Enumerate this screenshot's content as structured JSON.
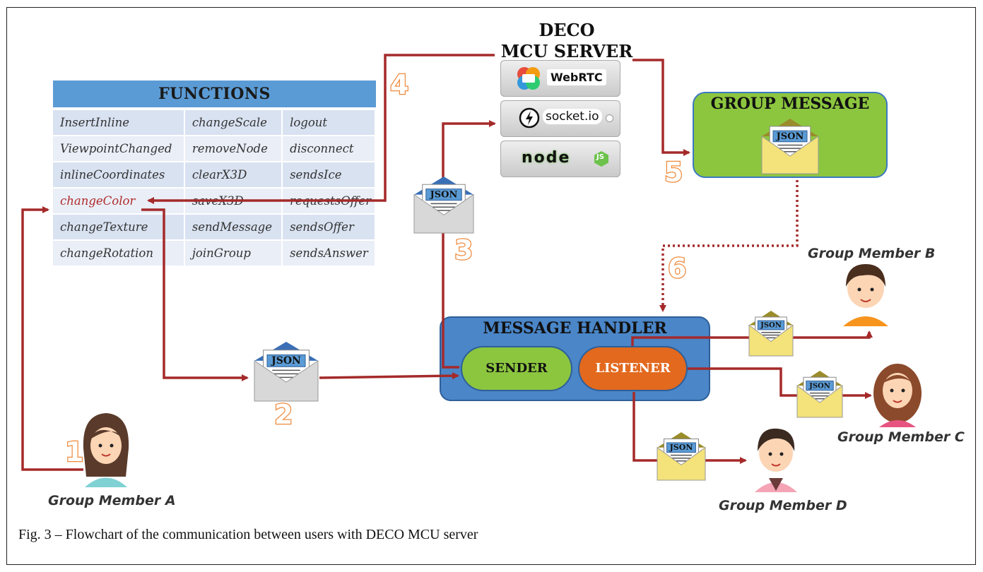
{
  "functions": {
    "title": "FUNCTIONS",
    "rows": [
      [
        "InsertInline",
        "changeScale",
        "logout"
      ],
      [
        "ViewpointChanged",
        "removeNode",
        "disconnect"
      ],
      [
        "inlineCoordinates",
        "clearX3D",
        "sendsIce"
      ],
      [
        "changeColor",
        "saveX3D",
        "requestsOffer"
      ],
      [
        "changeTexture",
        "sendMessage",
        "sendsOffer"
      ],
      [
        "changeRotation",
        "joinGroup",
        "sendsAnswer"
      ]
    ]
  },
  "server": {
    "title_line1": "DECO",
    "title_line2": "MCU SERVER",
    "webrtc": "WebRTC",
    "socketio": "socket.io",
    "node": "node",
    "node_js": "JS"
  },
  "group_message": {
    "title": "GROUP MESSAGE"
  },
  "message_handler": {
    "title": "MESSAGE HANDLER",
    "sender": "SENDER",
    "listener": "LISTENER"
  },
  "envelope_label": "JSON",
  "steps": [
    "1",
    "2",
    "3",
    "4",
    "5",
    "6"
  ],
  "members": {
    "a": "Group Member A",
    "b": "Group Member B",
    "c": "Group Member C",
    "d": "Group Member D"
  },
  "caption": "Fig. 3 – Flowchart of the communication between users with DECO MCU server",
  "colors": {
    "arrow": "#a52a2a",
    "table_header": "#5b9bd5",
    "group_box": "#8cc63f",
    "handler_box": "#4a86c8",
    "listener": "#e2691e",
    "step_numbers": "#ef8a3c"
  }
}
